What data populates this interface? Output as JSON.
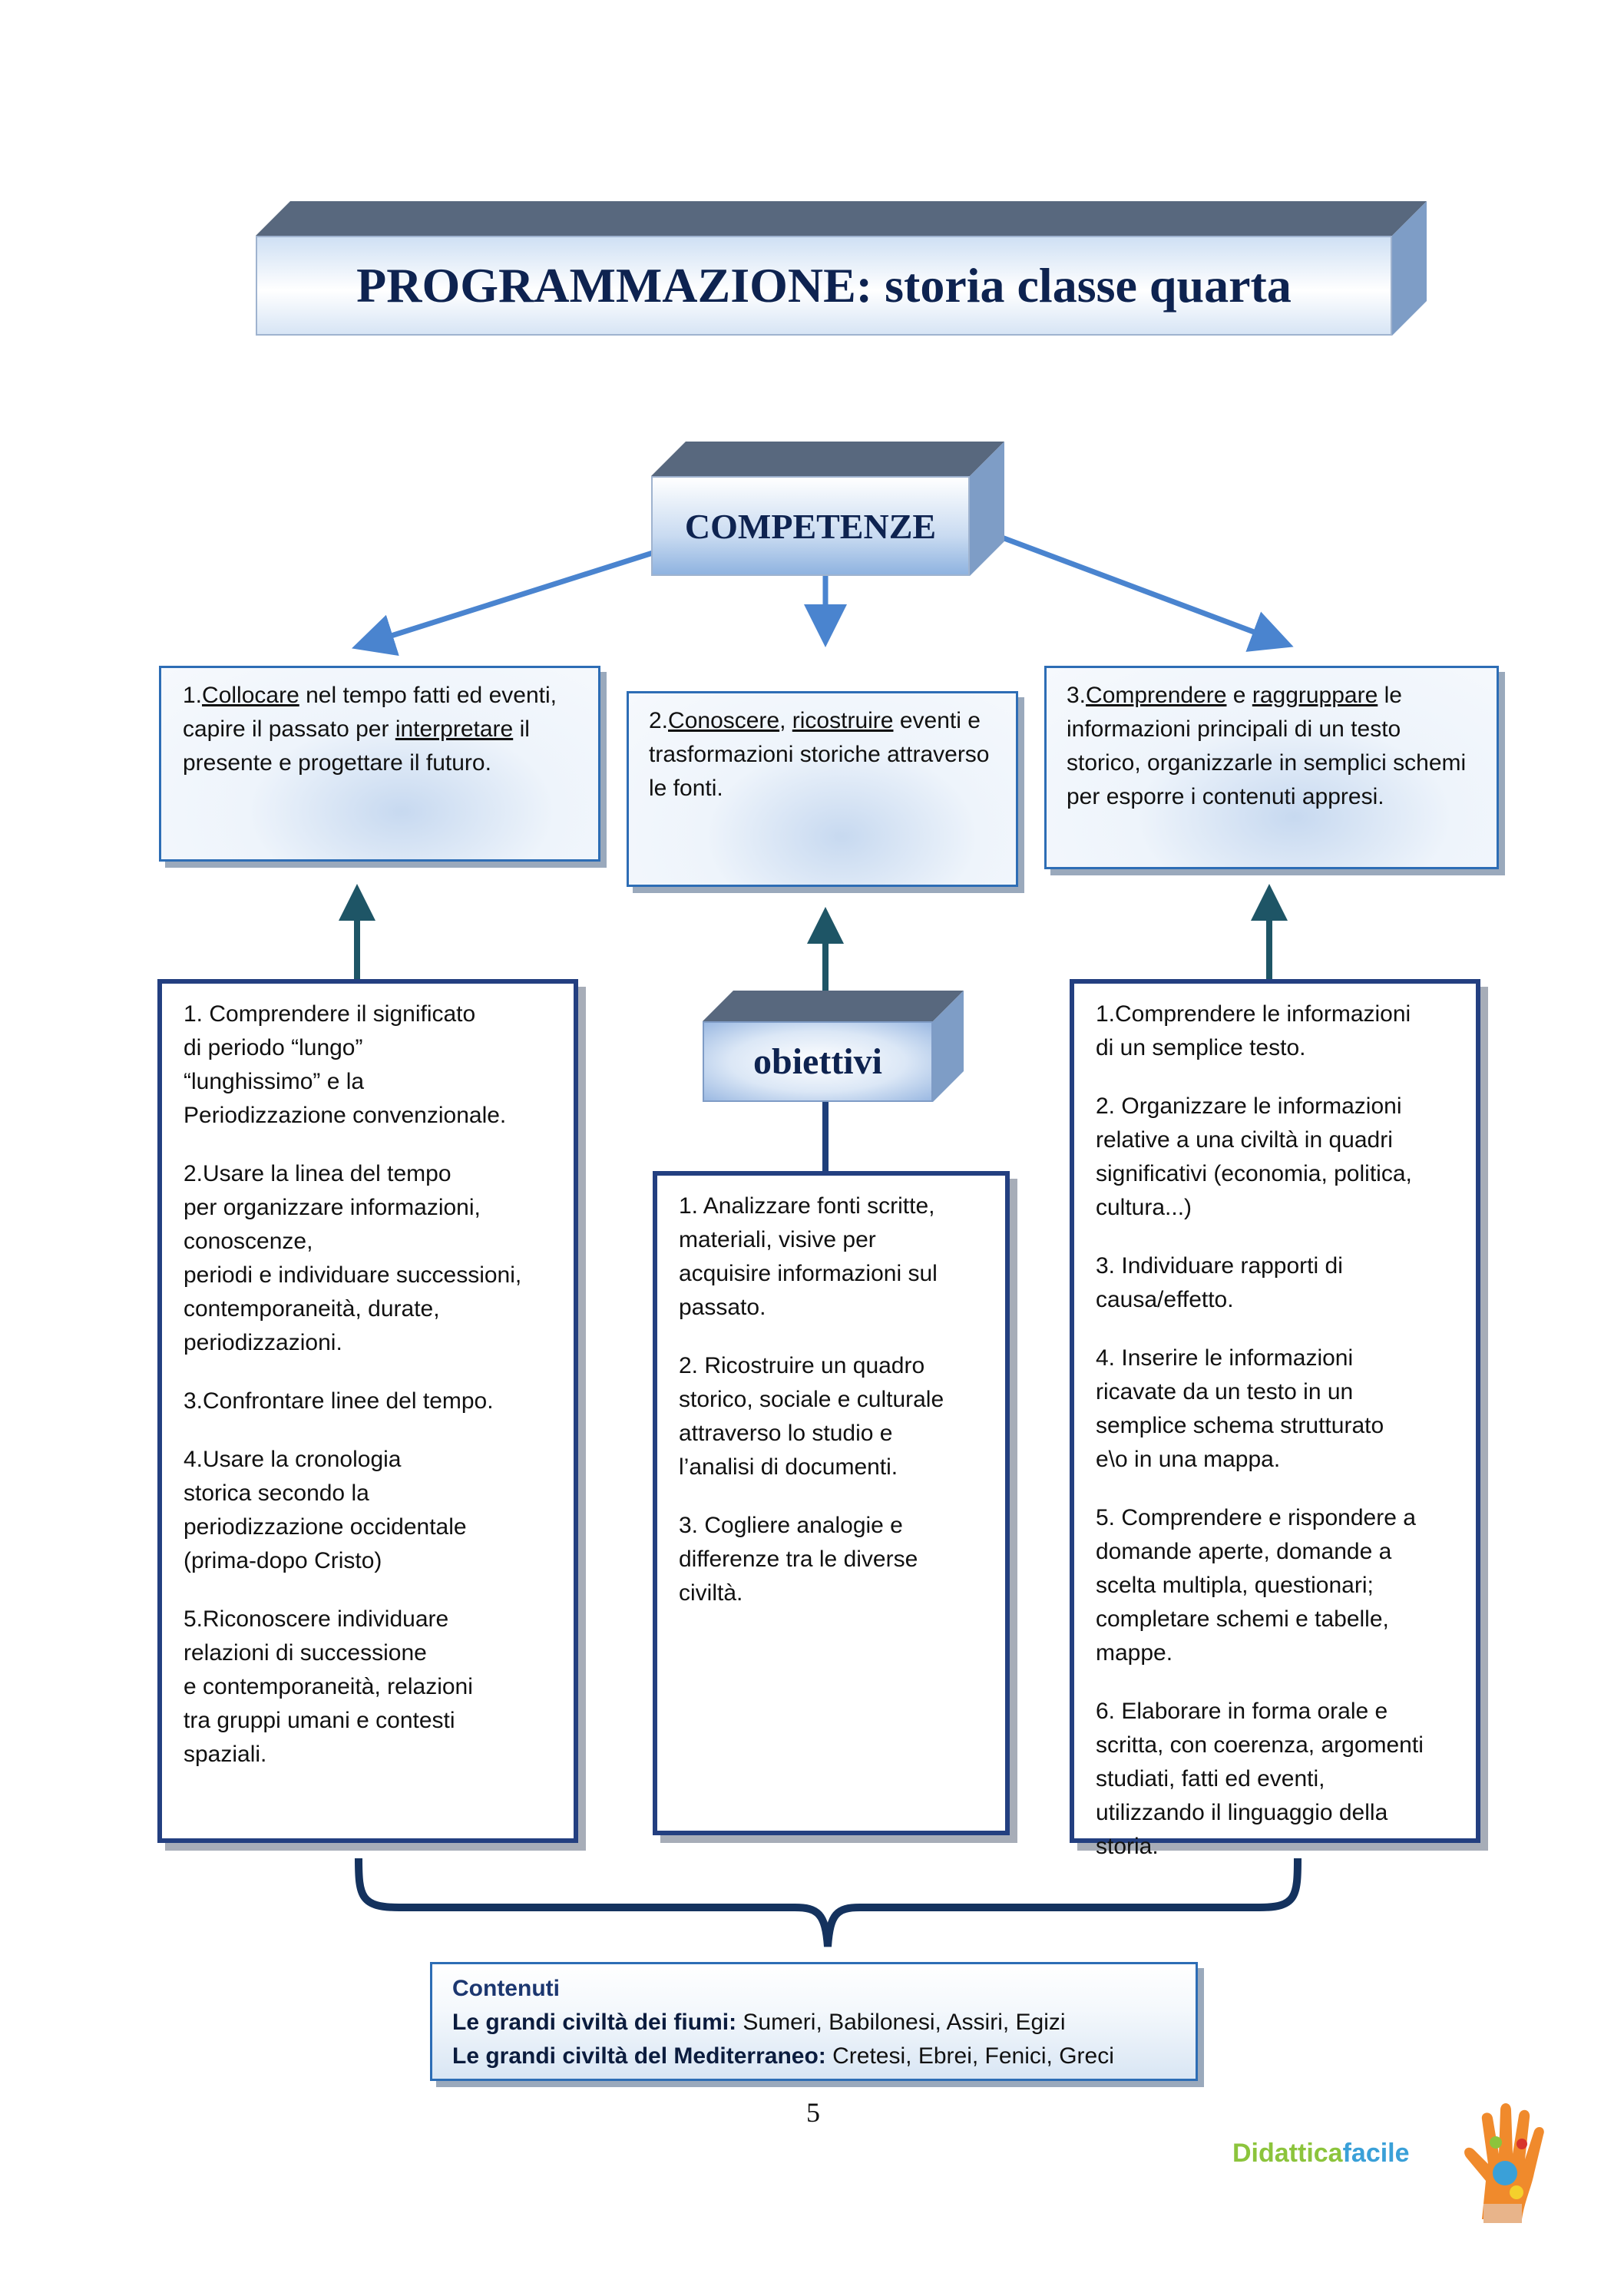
{
  "title": "PROGRAMMAZIONE: storia classe quarta",
  "competenze_label": "COMPETENZE",
  "obiettivi_label": "obiettivi",
  "competenze": [
    {
      "num": "1.",
      "parts": [
        {
          "t": "Collocare",
          "u": true
        },
        {
          "t": " nel tempo fatti ed eventi, capire il passato per ",
          "u": false
        },
        {
          "t": "interpretare",
          "u": true
        },
        {
          "t": " il presente e progettare il futuro.",
          "u": false
        }
      ]
    },
    {
      "num": "2.",
      "parts": [
        {
          "t": "Conoscere",
          "u": true
        },
        {
          "t": ", ",
          "u": false
        },
        {
          "t": "ricostruire",
          "u": true
        },
        {
          "t": " eventi e trasformazioni storiche attraverso le fonti.",
          "u": false
        }
      ]
    },
    {
      "num": "3.",
      "parts": [
        {
          "t": "Comprendere",
          "u": true
        },
        {
          "t": " e ",
          "u": false
        },
        {
          "t": "raggruppare",
          "u": true
        },
        {
          "t": " le informazioni principali di un testo storico, organizzarle in semplici schemi per esporre i contenuti appresi.",
          "u": false
        }
      ]
    }
  ],
  "obiettivi_left": [
    "1. Comprendere il significato\n di periodo “lungo”\n“lunghissimo” e la\nPeriodizzazione convenzionale.",
    "2.Usare la linea del tempo\nper organizzare informazioni,\nconoscenze,\nperiodi e individuare successioni,\ncontemporaneità, durate,\nperiodizzazioni.",
    "3.Confrontare linee del tempo.",
    "4.Usare la cronologia\nstorica secondo la\nperiodizzazione occidentale\n(prima-dopo Cristo)",
    "5.Riconoscere individuare\nrelazioni di successione\ne contemporaneità, relazioni\ntra gruppi umani e contesti\nspaziali."
  ],
  "obiettivi_center": [
    "1. Analizzare fonti scritte,\nmateriali, visive per\nacquisire informazioni sul\npassato.",
    "2. Ricostruire un quadro\nstorico, sociale e culturale\nattraverso lo studio e\nl’analisi di documenti.",
    "3. Cogliere analogie e\ndifferenze tra le diverse\nciviltà."
  ],
  "obiettivi_right": [
    "1.Comprendere le informazioni\ndi un semplice testo.",
    "2.  Organizzare le informazioni\nrelative a una civiltà in quadri\nsignificativi (economia, politica,\ncultura...)",
    "3.  Individuare rapporti di\ncausa/effetto.",
    "4.  Inserire le informazioni\nricavate da un testo in un\nsemplice schema strutturato\ne\\o in una mappa.",
    "5.  Comprendere e rispondere a\ndomande aperte, domande a\nscelta multipla, questionari;\ncompletare schemi e tabelle,\nmappe.",
    "6.  Elaborare in forma orale e\nscritta, con coerenza, argomenti\nstudiati, fatti ed eventi,\nutilizzando il linguaggio della\nstoria."
  ],
  "contenuti": {
    "title": "Contenuti",
    "line1_bold": "Le grandi civiltà dei fiumi:",
    "line1_rest": " Sumeri, Babilonesi, Assiri, Egizi",
    "line2_bold": "Le grandi civiltà del Mediterraneo:",
    "line2_rest": " Cretesi, Ebrei, Fenici, Greci"
  },
  "page_number": "5",
  "logo": {
    "part1": "Didattica",
    "part2": "facile",
    "color1": "#8cc43c",
    "color2": "#3aa0d8"
  },
  "colors": {
    "title": "#0e2350",
    "box_border": "#2d6db5",
    "obj_border": "#233f80",
    "arrow": "#4a84cf",
    "arrow_up": "#1e5566"
  }
}
